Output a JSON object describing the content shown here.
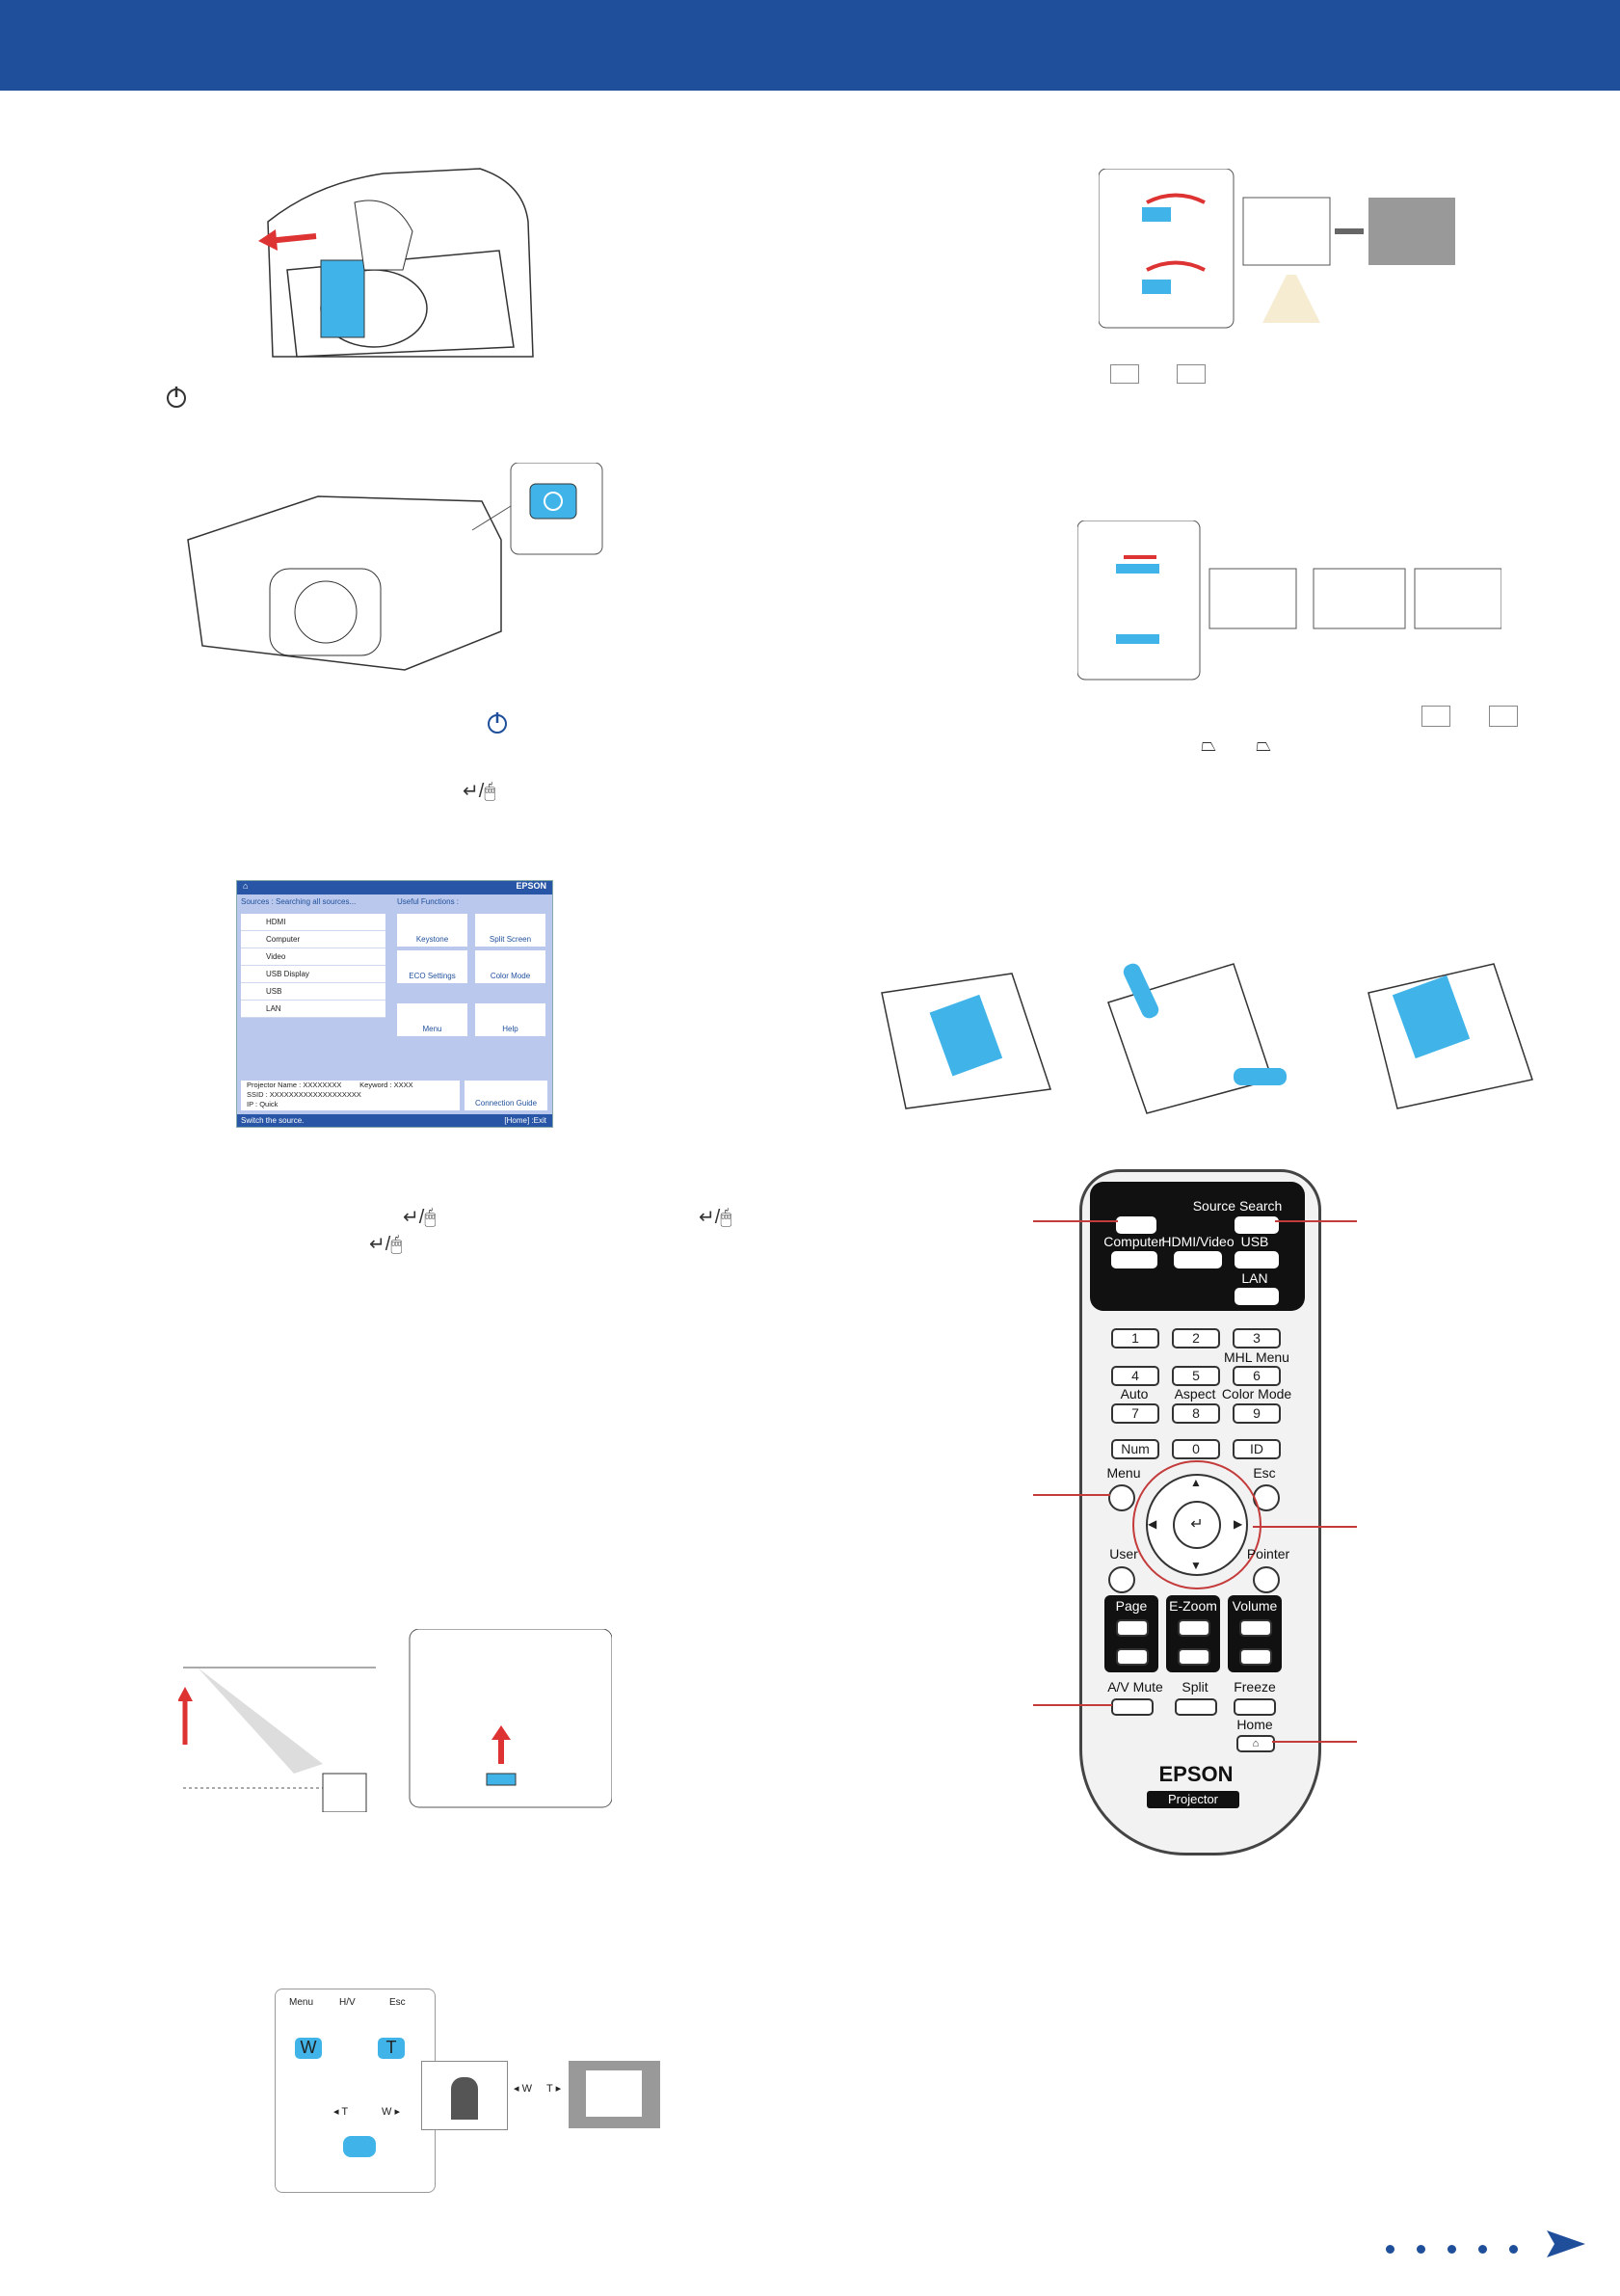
{
  "theme": {
    "banner_color": "#1f4f9b",
    "accent": "#40b4e8",
    "callout_color": "#c43b3b"
  },
  "home_menu": {
    "brand": "EPSON",
    "sources_heading": "Sources : Searching all sources...",
    "functions_heading": "Useful Functions :",
    "sources": [
      "HDMI",
      "Computer",
      "Video",
      "USB Display",
      "USB",
      "LAN"
    ],
    "functions": [
      "Keystone",
      "Split Screen",
      "ECO Settings",
      "Color Mode",
      "Menu",
      "Help"
    ],
    "projector_name_label": "Projector Name :",
    "projector_name_value": "XXXXXXXX",
    "keyword_label": "Keyword :",
    "keyword_value": "XXXX",
    "ssid_label": "SSID :",
    "ssid_value": "XXXXXXXXXXXXXXXXXXX",
    "ip_label": "IP :",
    "ip_value": "Quick",
    "connection_guide": "Connection Guide",
    "footer_left": "Switch the source.",
    "footer_right": "[Home] :Exit"
  },
  "zoom_figure": {
    "menu": "Menu",
    "hv": "H/V",
    "esc": "Esc",
    "w": "W",
    "t": "T",
    "lever_t": "◂ T",
    "lever_w": "W ▸",
    "arrow_w": "◂ W",
    "arrow_t": "T ▸"
  },
  "remote": {
    "source_search": "Source Search",
    "computer": "Computer",
    "hdmi_video": "HDMI/Video",
    "usb": "USB",
    "lan": "LAN",
    "numbers": [
      "1",
      "2",
      "3",
      "4",
      "5",
      "6",
      "7",
      "8",
      "9"
    ],
    "mhl_menu": "MHL Menu",
    "auto": "Auto",
    "aspect": "Aspect",
    "color_mode": "Color Mode",
    "num": "Num",
    "zero": "0",
    "id": "ID",
    "menu": "Menu",
    "esc": "Esc",
    "user": "User",
    "pointer": "Pointer",
    "page": "Page",
    "ezoom": "E-Zoom",
    "volume": "Volume",
    "av_mute": "A/V Mute",
    "split": "Split",
    "freeze": "Freeze",
    "home": "Home",
    "brand": "EPSON",
    "projector": "Projector"
  },
  "icons": [
    "power-icon",
    "enter-icon",
    "keystone-icon",
    "next-page-icon"
  ]
}
